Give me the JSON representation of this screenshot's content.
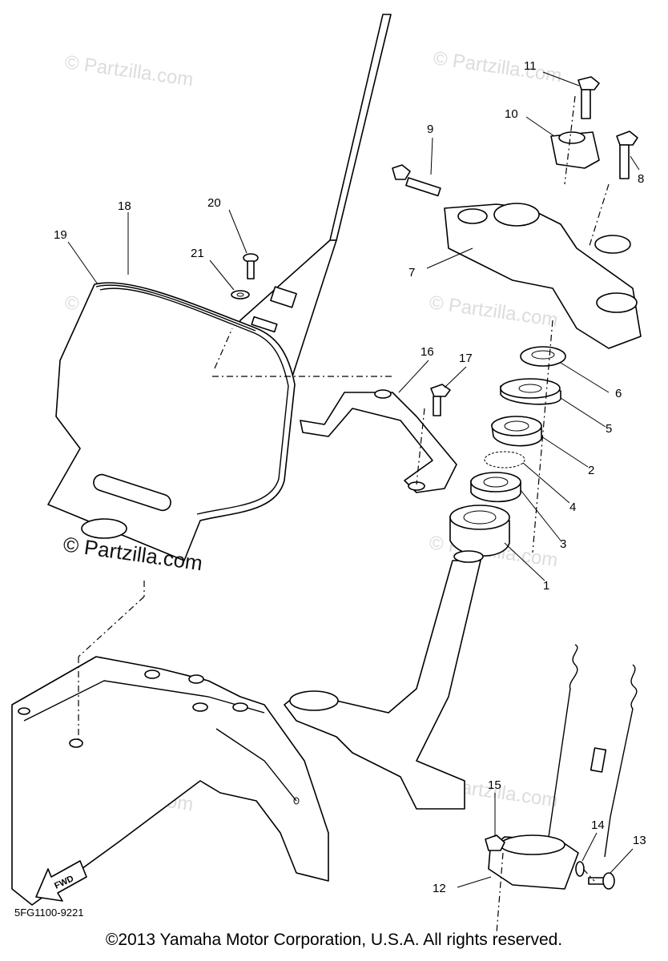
{
  "watermark": "© Partzilla.com",
  "diagram_code": "5FG1100-9221",
  "fwd_label": "FWD",
  "copyright": "©2013  Yamaha Motor Corporation, U.S.A. All rights reserved.",
  "callouts": {
    "c1": "1",
    "c2": "2",
    "c3": "3",
    "c4": "4",
    "c5": "5",
    "c6": "6",
    "c7": "7",
    "c8": "8",
    "c9": "9",
    "c10": "10",
    "c11": "11",
    "c12": "12",
    "c13": "13",
    "c14": "14",
    "c15": "15",
    "c16": "16",
    "c17": "17",
    "c18": "18",
    "c19": "19",
    "c20": "20",
    "c21": "21"
  }
}
